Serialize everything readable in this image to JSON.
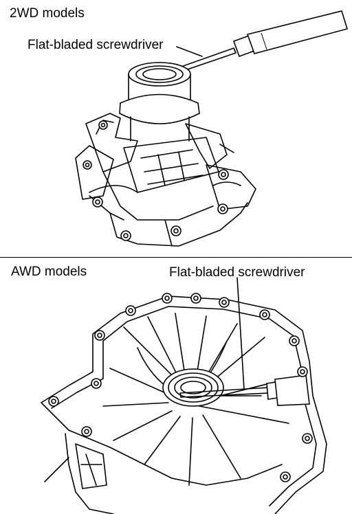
{
  "panels": [
    {
      "model_label": "2WD models",
      "tool_label": "Flat-bladed screwdriver"
    },
    {
      "model_label": "AWD models",
      "tool_label": "Flat-bladed screwdriver"
    }
  ],
  "colors": {
    "line": "#000000",
    "background": "#ffffff"
  }
}
